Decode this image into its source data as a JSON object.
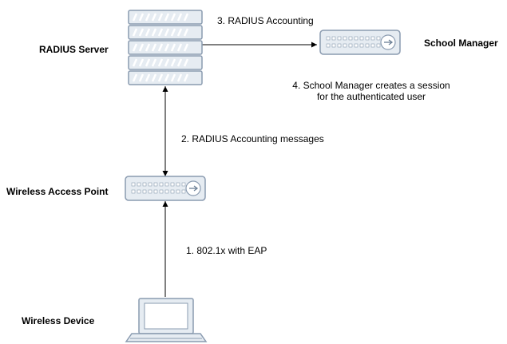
{
  "nodes": {
    "radius_server": {
      "label": "RADIUS Server",
      "icon": "server-rack-icon"
    },
    "school_manager": {
      "label": "School Manager",
      "icon": "network-switch-icon"
    },
    "access_point": {
      "label": "Wireless Access Point",
      "icon": "network-switch-icon"
    },
    "wireless_device": {
      "label": "Wireless Device",
      "icon": "laptop-icon"
    }
  },
  "edges": {
    "radius_to_manager": "3. RADIUS Accounting",
    "ap_to_radius": "2. RADIUS Accounting messages",
    "device_to_ap": "1. 802.1x with EAP"
  },
  "annotation": {
    "line1": "4. School Manager creates a session",
    "line2": "for the authenticated user"
  },
  "colors": {
    "device_fill": "#e6ecf2",
    "device_stroke": "#8a9bb0",
    "line": "#000000"
  }
}
